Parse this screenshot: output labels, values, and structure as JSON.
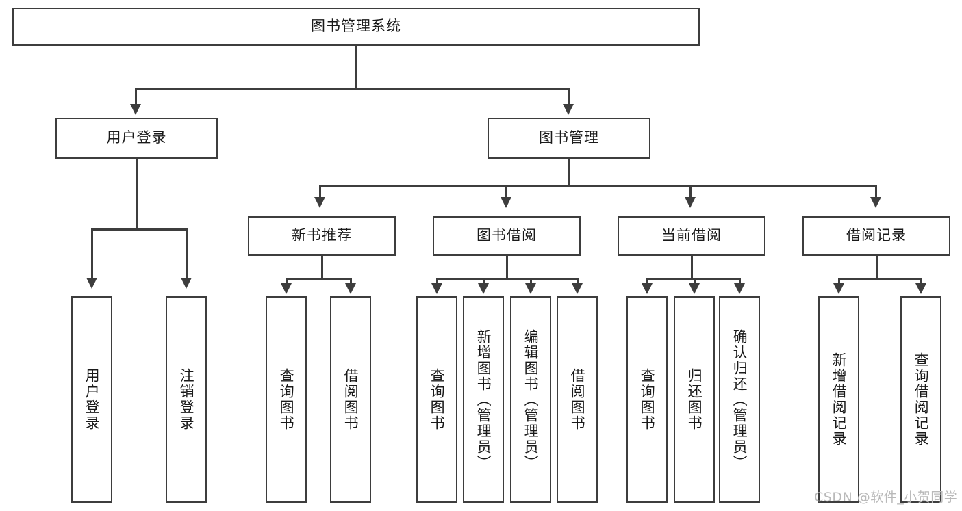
{
  "diagram": {
    "title": "图书管理系统",
    "type": "tree",
    "background_color": "#ffffff",
    "border_color": "#3d3d3d",
    "text_color": "#1a1a1a",
    "root": {
      "label": "图书管理系统"
    },
    "level2": [
      {
        "label": "用户登录"
      },
      {
        "label": "图书管理"
      }
    ],
    "level3": [
      {
        "label": "新书推荐"
      },
      {
        "label": "图书借阅"
      },
      {
        "label": "当前借阅"
      },
      {
        "label": "借阅记录"
      }
    ],
    "leaves": {
      "user_login": [
        {
          "label": "用户登录"
        },
        {
          "label": "注销登录"
        }
      ],
      "new_book_recommend": [
        {
          "label": "查询图书"
        },
        {
          "label": "借阅图书"
        }
      ],
      "book_borrow": [
        {
          "label": "查询图书"
        },
        {
          "label": "新增图书（管理员）"
        },
        {
          "label": "编辑图书（管理员）"
        },
        {
          "label": "借阅图书"
        }
      ],
      "current_borrow": [
        {
          "label": "查询图书"
        },
        {
          "label": "归还图书"
        },
        {
          "label": "确认归还（管理员）"
        }
      ],
      "borrow_record": [
        {
          "label": "新增借阅记录"
        },
        {
          "label": "查询借阅记录"
        }
      ]
    }
  },
  "watermark": {
    "text": "CSDN @软件_小贺同学",
    "color": "#b9b9b9"
  }
}
